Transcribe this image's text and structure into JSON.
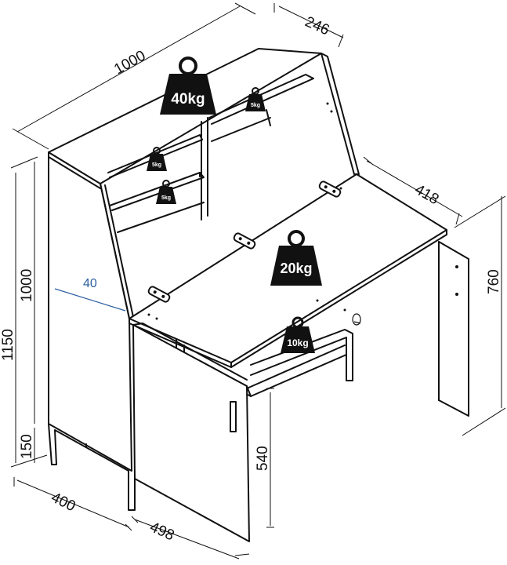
{
  "dimensions": {
    "width_top": "1000",
    "depth_top": "246",
    "desk_depth": "418",
    "desk_side_height": "760",
    "total_height": "1150",
    "cabinet_height": "1000",
    "leg_height": "150",
    "cabinet_depth": "400",
    "cabinet_width": "498",
    "lower_height": "540",
    "angle_label": "40"
  },
  "weights": {
    "top_shelf": "40kg",
    "upper_small": "5kg",
    "left_small_top": "5kg",
    "left_small_mid": "5kg",
    "desk_surface": "20kg",
    "lower_shelf": "10kg"
  }
}
